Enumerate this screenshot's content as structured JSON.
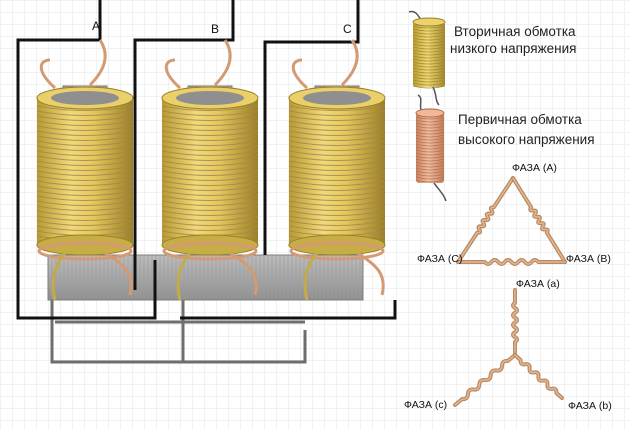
{
  "phases": {
    "a": "A",
    "b": "B",
    "c": "C"
  },
  "legend": {
    "secondary_line1": "Вторичная обмотка",
    "secondary_line2": "низкого напряжения",
    "primary_line1": "Первичная обмотка",
    "primary_line2": "высокого напряжения"
  },
  "delta": {
    "top": "ФАЗА (А)",
    "left": "ФАЗА (С)",
    "right": "ФАЗА (В)"
  },
  "star": {
    "top": "ФАЗА (а)",
    "left": "ФАЗА (с)",
    "right": "ФАЗА (b)"
  },
  "colors": {
    "secondary": "#e0c65a",
    "secondary_dark": "#a38a26",
    "primary": "#e0a383",
    "winding_line": "#a8825a",
    "core": "#a9a9a9",
    "wire_dark": "#111111",
    "wire_gray": "#6e6e6e"
  }
}
